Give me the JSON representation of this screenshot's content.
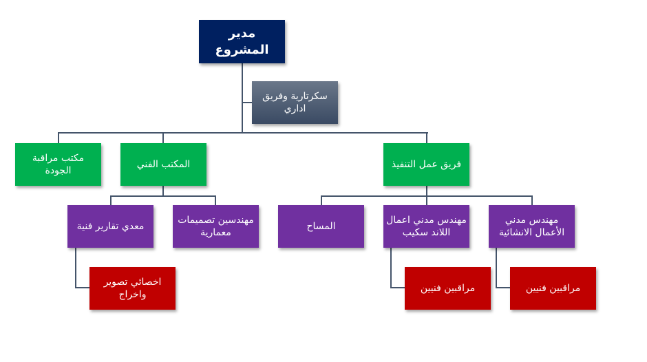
{
  "nodes": {
    "project_manager": "مدير المشروع",
    "secretary": "سكرتارية وفريق اداري",
    "quality_office": "مكتب مراقبة الجودة",
    "technical_office": "المكتب الفني",
    "execution_team": "فريق عمل التنفيذ",
    "report_writers": "معدي تقارير فنية",
    "architects": "مهندسين تصميمات معمارية",
    "surveyor": "المساح",
    "landscape_engineer": "مهندس مدني اعمال اللاند سكيب",
    "structural_engineer": "مهندس مدني الأعمال الانشائية",
    "photography_specialist": "اخصائي تصوير واخراج",
    "inspectors_1": "مراقبين فنيين",
    "inspectors_2": "مراقبين فنيين"
  },
  "colors": {
    "navy": "#002060",
    "green": "#00b050",
    "purple": "#7030a0",
    "red": "#c00000",
    "line": "#44546a"
  }
}
